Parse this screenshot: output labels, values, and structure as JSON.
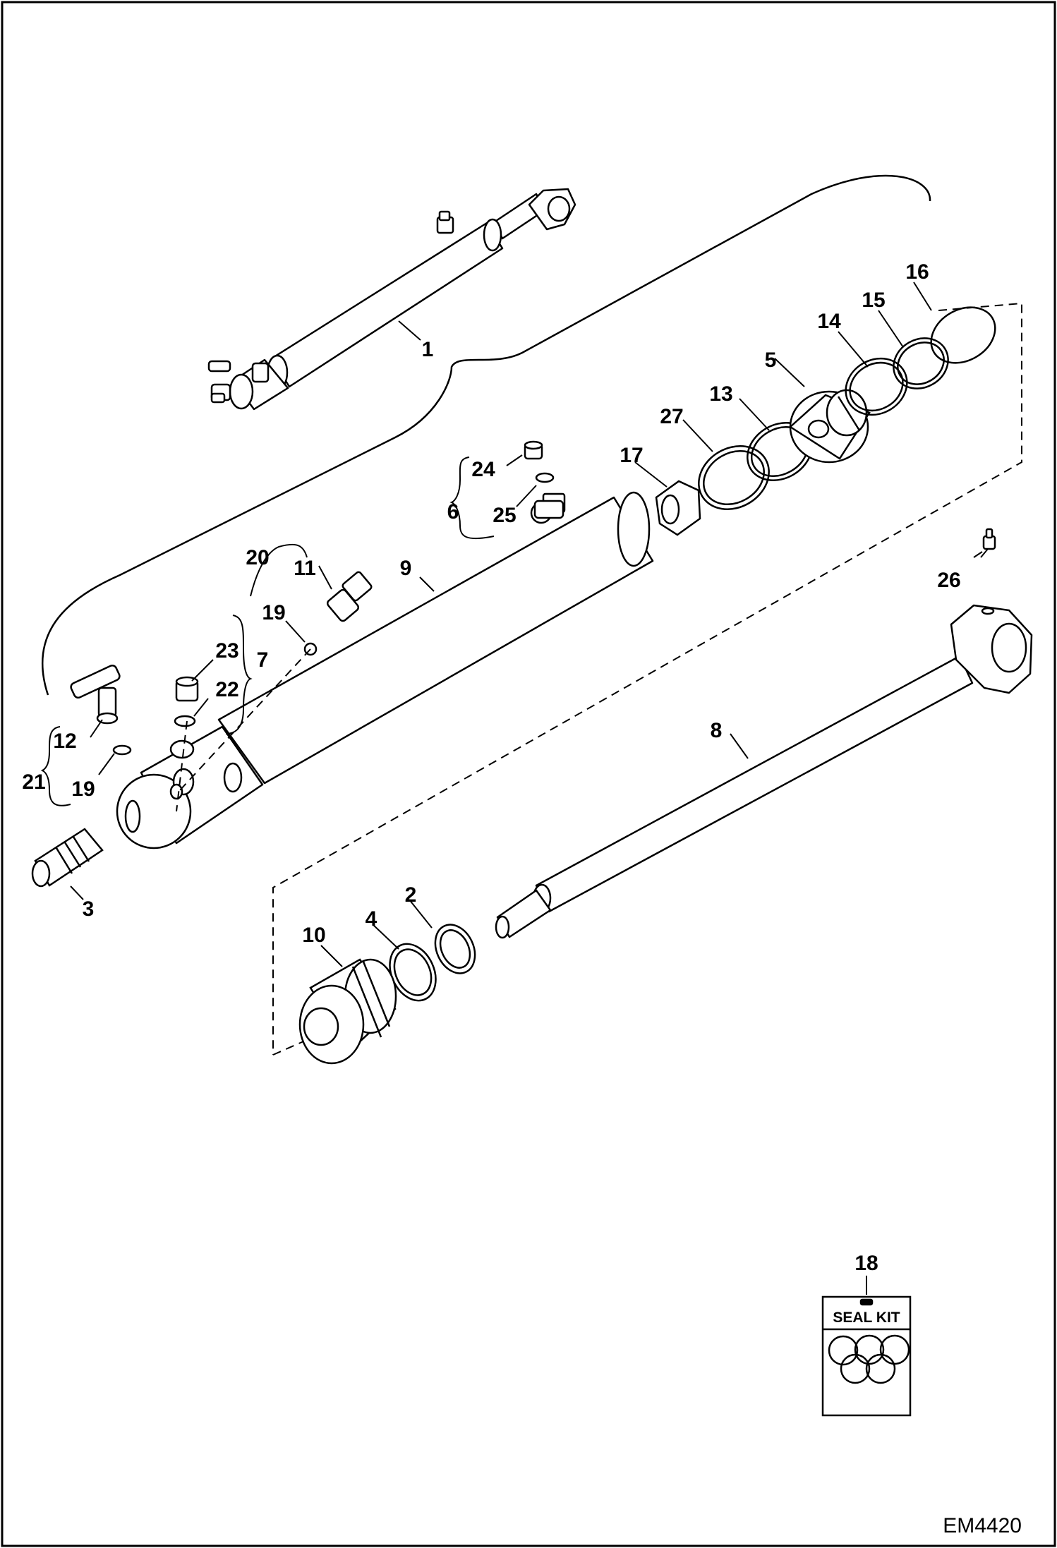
{
  "figure_code": "EM4420",
  "seal_kit": {
    "label": "SEAL KIT",
    "callout": "18"
  },
  "callouts": {
    "c1": "1",
    "c2": "2",
    "c3": "3",
    "c4": "4",
    "c5": "5",
    "c6": "6",
    "c7": "7",
    "c8": "8",
    "c9": "9",
    "c10": "10",
    "c11": "11",
    "c12": "12",
    "c13": "13",
    "c14": "14",
    "c15": "15",
    "c16": "16",
    "c17": "17",
    "c19a": "19",
    "c19b": "19",
    "c20": "20",
    "c21": "21",
    "c22": "22",
    "c23": "23",
    "c24": "24",
    "c25": "25",
    "c26": "26",
    "c27": "27"
  }
}
